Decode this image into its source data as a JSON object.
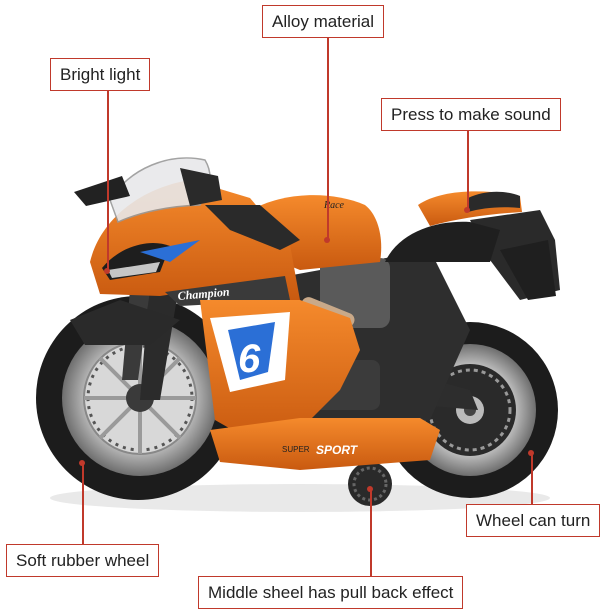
{
  "callouts": {
    "alloy": "Alloy material",
    "bright_light": "Bright light",
    "press_sound": "Press to make sound",
    "wheel_turn": "Wheel can turn",
    "rubber_wheel": "Soft rubber wheel",
    "pull_back": "Middle sheel has pull back effect"
  },
  "bike_decals": {
    "brand": "Champion",
    "number": "6",
    "super": "SUPER",
    "sport": "SPORT",
    "race": "Race"
  },
  "colors": {
    "body_orange": "#e8741c",
    "dark_orange": "#b8500c",
    "tire_black": "#1c1c1c",
    "frame_gray": "#3a3a3a",
    "accent_blue": "#2b6fd6",
    "callout_border": "#c0392b"
  }
}
